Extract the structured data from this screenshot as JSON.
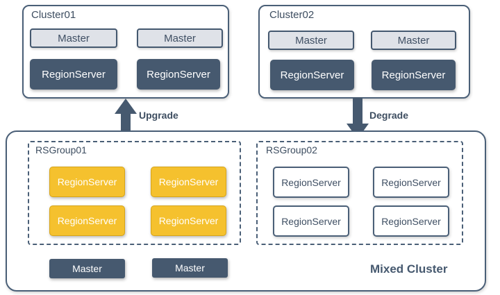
{
  "cluster01": {
    "title": "Cluster01",
    "masters": [
      "Master",
      "Master"
    ],
    "region_servers": [
      "RegionServer",
      "RegionServer"
    ]
  },
  "cluster02": {
    "title": "Cluster02",
    "masters": [
      "Master",
      "Master"
    ],
    "region_servers": [
      "RegionServer",
      "RegionServer"
    ]
  },
  "arrows": {
    "upgrade": "Upgrade",
    "degrade": "Degrade"
  },
  "mixed_cluster": {
    "label": "Mixed Cluster",
    "rsgroup01": {
      "title": "RSGroup01",
      "region_servers": [
        "RegionServer",
        "RegionServer",
        "RegionServer",
        "RegionServer"
      ]
    },
    "rsgroup02": {
      "title": "RSGroup02",
      "region_servers": [
        "RegionServer",
        "RegionServer",
        "RegionServer",
        "RegionServer"
      ]
    },
    "masters": [
      "Master",
      "Master"
    ]
  },
  "colors": {
    "dark": "#46596f",
    "light_gray": "#dfe2e8",
    "yellow": "#f5c12e",
    "border": "#4a5f77"
  }
}
